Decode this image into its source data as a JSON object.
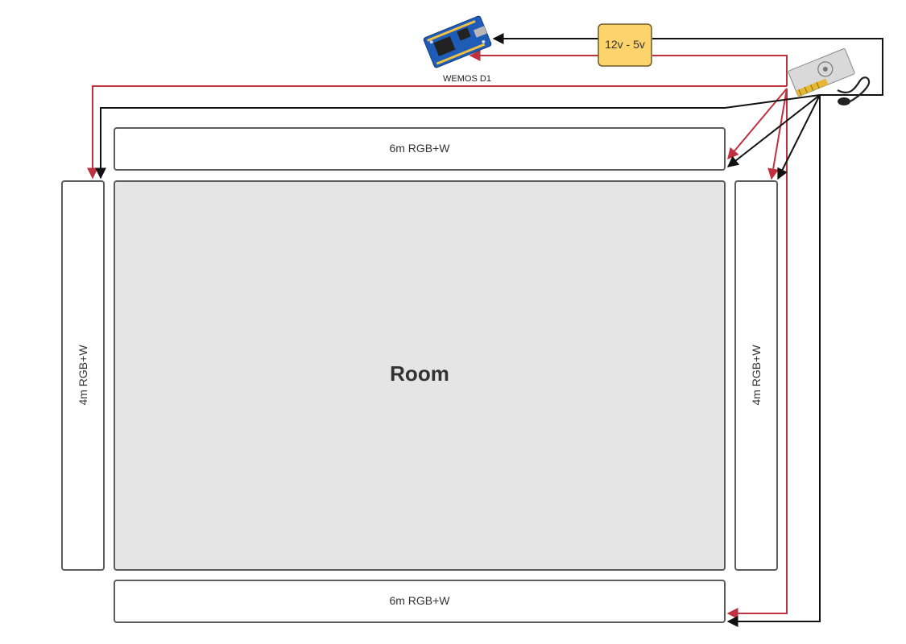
{
  "strips": {
    "top": {
      "label": "6m RGB+W"
    },
    "bottom": {
      "label": "6m RGB+W"
    },
    "left": {
      "label": "4m RGB+W"
    },
    "right": {
      "label": "4m RGB+W"
    }
  },
  "room": {
    "label": "Room"
  },
  "converter": {
    "label": "12v - 5v"
  },
  "controller": {
    "label": "WEMOS D1",
    "icon": "microcontroller-board-icon"
  },
  "power_supply": {
    "icon": "power-supply-icon"
  },
  "colors": {
    "positive_wire": "#c0303f",
    "negative_wire": "#111111",
    "converter_fill": "#fdd46b",
    "room_fill": "#e5e5e5",
    "board_blue": "#1f5cb8"
  }
}
